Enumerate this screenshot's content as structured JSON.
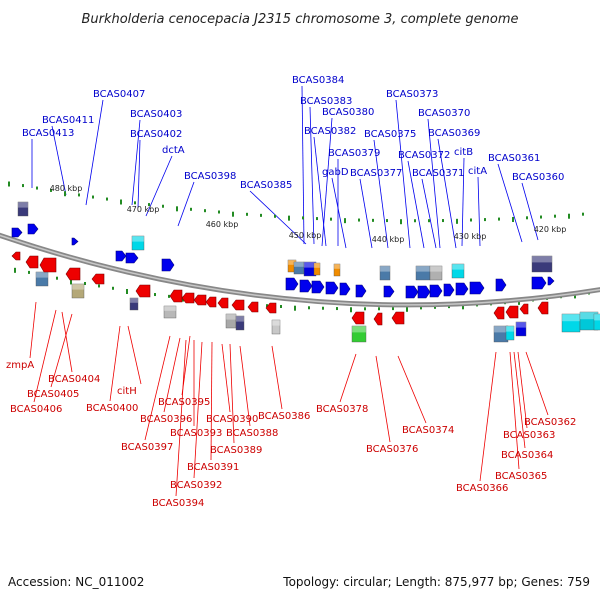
{
  "title": "Burkholderia cenocepacia J2315 chromosome 3, complete genome",
  "footer": {
    "accession": "Accession: NC_011002",
    "summary": "Topology: circular; Length: 875,977 bp; Genes: 759"
  },
  "ruler_labels": [
    "480 kbp",
    "470 kbp",
    "460 kbp",
    "450 kbp",
    "440 kbp",
    "430 kbp",
    "420 kbp"
  ],
  "forward_labels": [
    "BCAS0407",
    "BCAS0411",
    "BCAS0413",
    "BCAS0403",
    "BCAS0402",
    "dctA",
    "BCAS0398",
    "BCAS0385",
    "BCAS0384",
    "BCAS0383",
    "BCAS0380",
    "BCAS0382",
    "BCAS0379",
    "gabD",
    "BCAS0377",
    "BCAS0375",
    "BCAS0373",
    "BCAS0372",
    "BCAS0371",
    "BCAS0370",
    "BCAS0369",
    "citB",
    "citA",
    "BCAS0361",
    "BCAS0360"
  ],
  "reverse_labels": [
    "zmpA",
    "BCAS0404",
    "BCAS0405",
    "BCAS0406",
    "citH",
    "BCAS0400",
    "BCAS0395",
    "BCAS0396",
    "BCAS0397",
    "BCAS0390",
    "BCAS0393",
    "BCAS0388",
    "BCAS0389",
    "BCAS0391",
    "BCAS0392",
    "BCAS0394",
    "BCAS0386",
    "BCAS0378",
    "BCAS0376",
    "BCAS0374",
    "BCAS0362",
    "BCAS0363",
    "BCAS0364",
    "BCAS0365",
    "BCAS0366"
  ],
  "colors": {
    "forward_gene": "#0000ee",
    "reverse_gene": "#ee0000",
    "forward_label": "#0000cc",
    "reverse_label": "#cc0000",
    "backbone": "#888888",
    "tick": "#228b22"
  }
}
